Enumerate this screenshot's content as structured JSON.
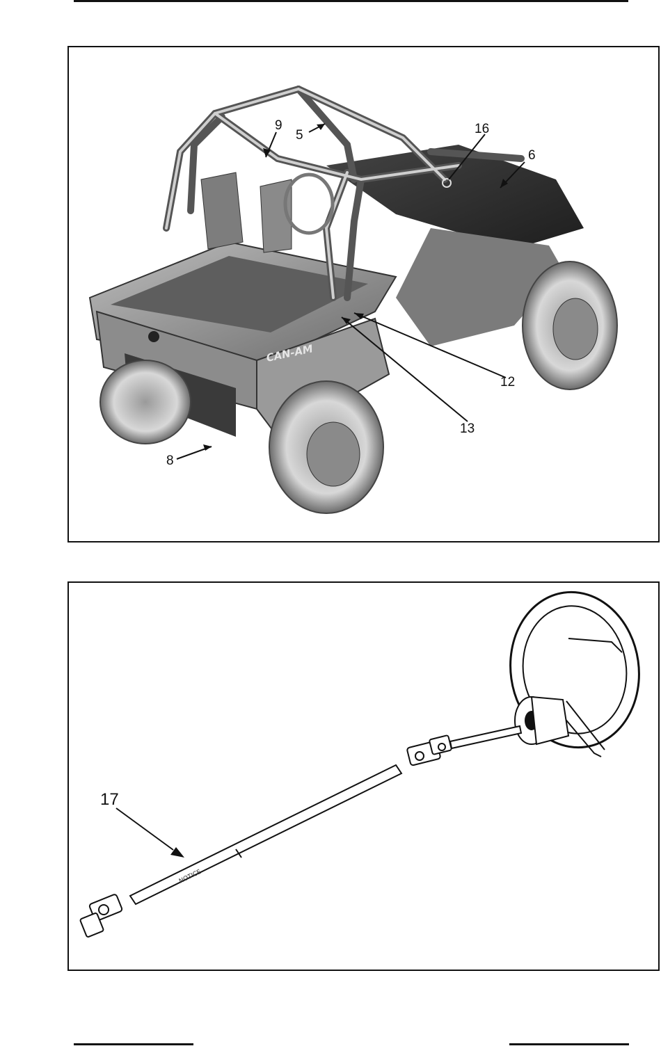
{
  "figure_1": {
    "callouts": {
      "c5": "5",
      "c6": "6",
      "c8": "8",
      "c9": "9",
      "c12": "12",
      "c13": "13",
      "c16": "16"
    },
    "brand_decal": "CAN-AM"
  },
  "figure_2": {
    "callouts": {
      "c17": "17"
    },
    "shaft_label": "NOTICE"
  }
}
